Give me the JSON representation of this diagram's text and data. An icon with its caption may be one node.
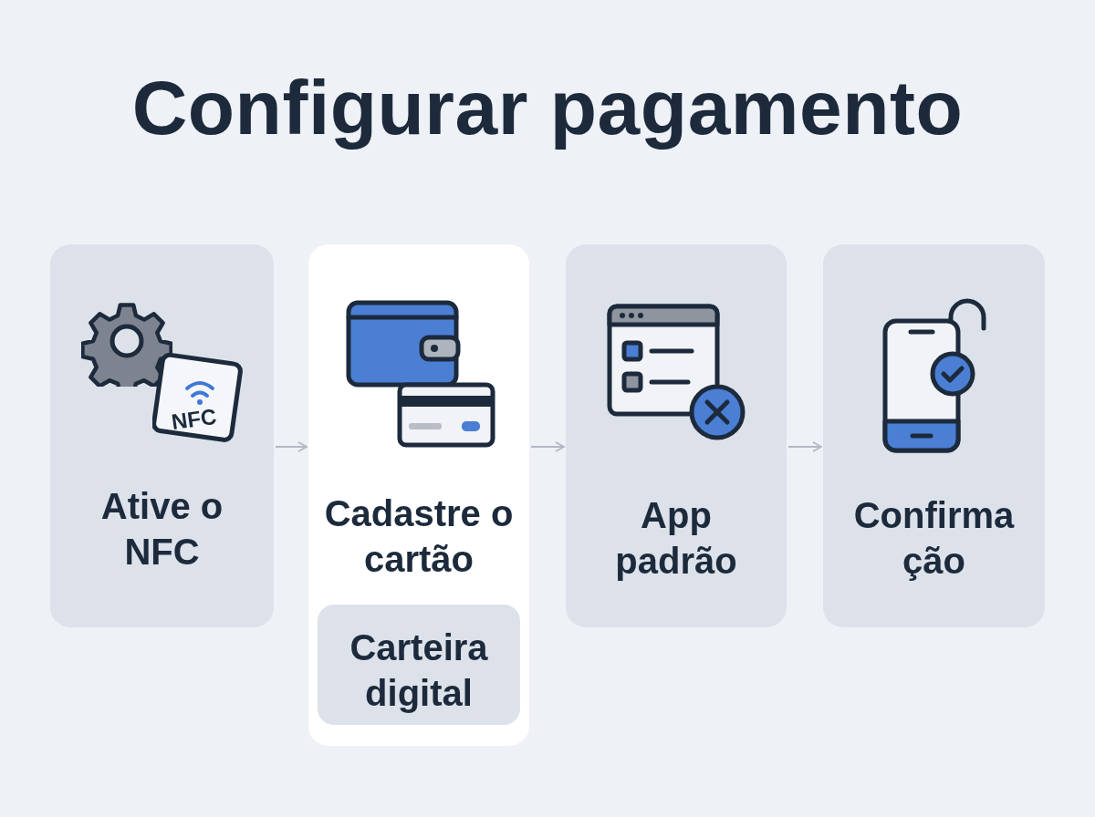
{
  "diagram": {
    "title": "Configurar pagamento",
    "nodes": [
      {
        "text": [
          "Ative o NFC"
        ]
      },
      {
        "text": [
          "Cadastre o cartão"
        ]
      },
      {
        "text": [
          "Carteira digital"
        ],
        "in": 1
      },
      {
        "text": [
          "App padrão"
        ]
      },
      {
        "text": [
          "Confirma ção"
        ]
      }
    ],
    "edges": [
      {
        "from": 0,
        "to": 1,
        "arrow": "to"
      },
      {
        "from": 1,
        "to": 3,
        "arrow": "to"
      },
      {
        "from": 3,
        "to": 4,
        "arrow": "to"
      }
    ],
    "labels": [
      "NFC"
    ]
  }
}
